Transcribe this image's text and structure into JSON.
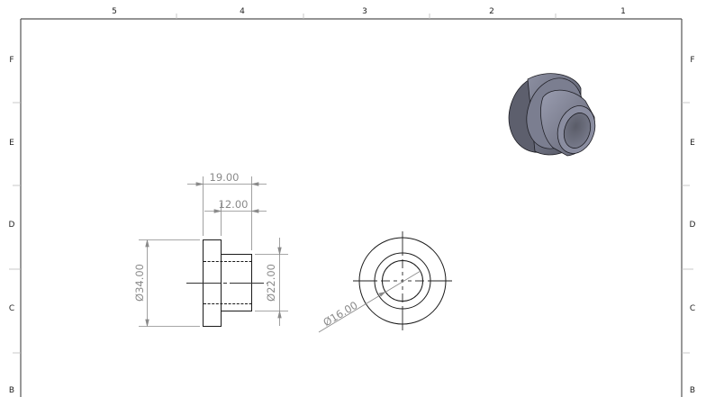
{
  "sheet": {
    "column_zones": [
      "5",
      "4",
      "3",
      "2",
      "1"
    ],
    "row_zones_left": [
      "F",
      "E",
      "D",
      "C",
      "B"
    ],
    "row_zones_right": [
      "F",
      "E",
      "D",
      "C",
      "B"
    ]
  },
  "views": {
    "side_view": {
      "dimensions": {
        "overall_length": "19.00",
        "hub_length": "12.00",
        "flange_diameter": "Ø34.00",
        "hub_diameter": "Ø22.00"
      }
    },
    "front_view": {
      "dimensions": {
        "bore_diameter": "Ø16.00"
      }
    },
    "isometric_view": {
      "shade_color": "#6f7283",
      "highlight_color": "#9a9db0",
      "shadow_color": "#4a4c58"
    }
  },
  "colors": {
    "border": "#555555",
    "geometry": "#1a1a1a",
    "dimension": "#8a8a8a"
  }
}
